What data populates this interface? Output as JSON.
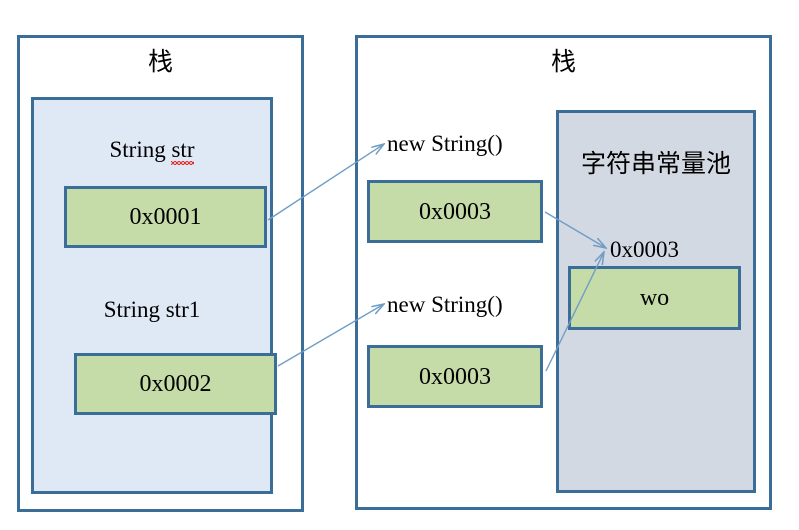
{
  "diagram": {
    "title_left": "栈",
    "title_right": "栈",
    "stack_panel": {
      "variables": [
        {
          "name_label": "String str",
          "value": "0x0001"
        },
        {
          "name_label": "String str1",
          "value": "0x0002"
        }
      ]
    },
    "heap_objects": [
      {
        "label": "new String()",
        "value": "0x0003"
      },
      {
        "label": "new String()",
        "value": "0x0003"
      }
    ],
    "constant_pool": {
      "title": "字符串常量池",
      "address_label": "0x0003",
      "value": "wo"
    },
    "colors": {
      "border": "#3b6d99",
      "stack_panel_fill": "#dfe8f5",
      "pool_panel_fill": "#d3d9e3",
      "cell_fill": "#c5dba8",
      "arrow": "#6f9dc6",
      "spell_error_underline": "#e03030",
      "background": "#ffffff"
    },
    "label_parts": {
      "str_prefix": "String ",
      "str_misspelled": "str",
      "str1_text": "String str1"
    }
  }
}
